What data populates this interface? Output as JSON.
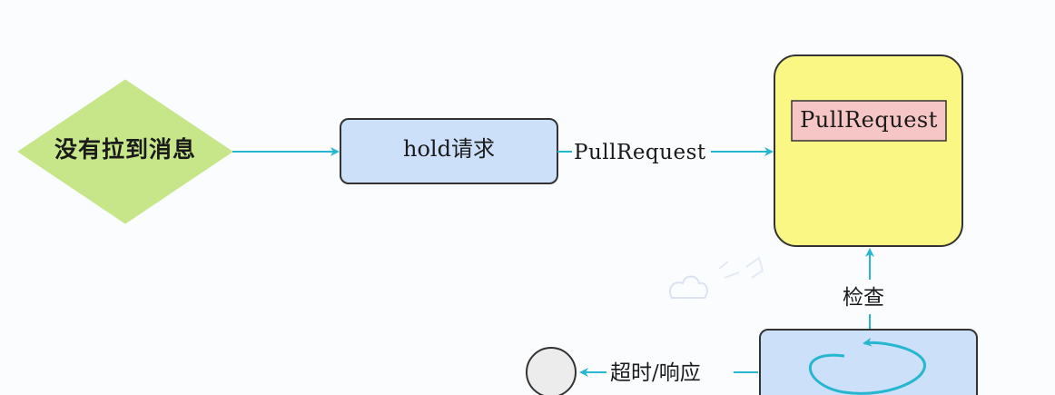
{
  "nodes": {
    "no_message": {
      "label": "没有拉到消息",
      "fill": "#c7e68a"
    },
    "hold_request": {
      "label": "hold请求",
      "fill": "#cde0fa"
    },
    "pull_container": {
      "fill": "#fbf784"
    },
    "pull_request_inner": {
      "label": "PullRequest",
      "fill": "#f6c6c6"
    },
    "loop_box": {
      "fill": "#cde0fa"
    },
    "end_circle": {
      "fill": "#ececec"
    }
  },
  "edges": {
    "hold_to_pull": {
      "label": "PullRequest"
    },
    "loop_to_pull": {
      "label": "检查"
    },
    "loop_to_end": {
      "label": "超时/响应"
    }
  },
  "colors": {
    "arrow": "#27b6cf",
    "border": "#333333"
  }
}
